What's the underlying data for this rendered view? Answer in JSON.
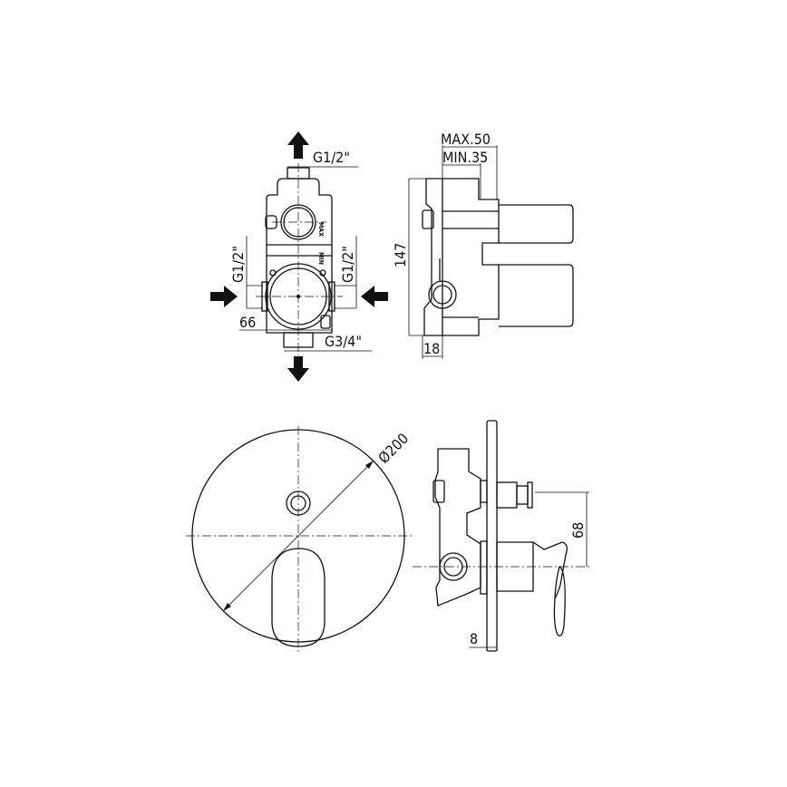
{
  "front_view": {
    "top_outlet": "G1/2\"",
    "left_inlet": "G1/2\"",
    "right_inlet": "G1/2\"",
    "width_dim": "66",
    "bottom_outlet": "G3/4\"",
    "max_mark": "MAX",
    "min_mark": "MIN"
  },
  "side_view": {
    "max_depth": "MAX.50",
    "min_depth": "MIN.35",
    "height_dim": "147",
    "offset_dim": "18"
  },
  "plate_view": {
    "diameter_dim": "Ø200"
  },
  "plate_side_view": {
    "spacing_dim": "68",
    "plate_dim": "8"
  }
}
